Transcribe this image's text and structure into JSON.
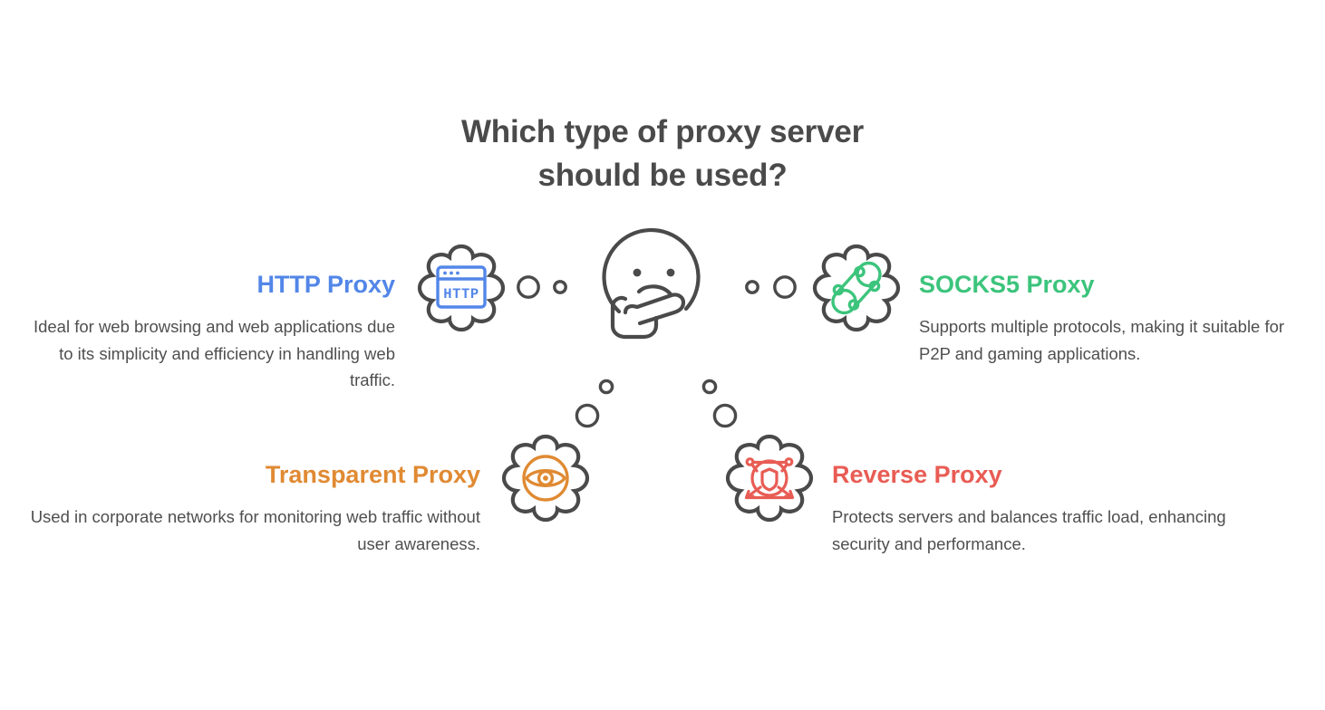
{
  "page": {
    "background": "#ffffff",
    "title_lines": [
      "Which type of proxy server",
      "should be used?"
    ],
    "title_color": "#4a4a4a"
  },
  "center": {
    "icon": "thinking-face-icon",
    "description": "Outlined thinking face with hand resting on chin"
  },
  "colors": {
    "blue": "#5286e8",
    "green": "#3cc47c",
    "orange": "#e08a33",
    "red": "#e85c54",
    "outline": "#4a4a4a",
    "body_text": "#4f4f4f"
  },
  "quadrants": [
    {
      "id": "http",
      "heading": "HTTP Proxy",
      "color": "#5286e8",
      "icon": "browser-window-http-icon",
      "description": "Ideal for web browsing and web applications due to its simplicity and efficiency in handling web traffic.",
      "align": "right",
      "position": "top-left"
    },
    {
      "id": "socks5",
      "heading": "SOCKS5 Proxy",
      "color": "#3cc47c",
      "icon": "network-nodes-icon",
      "description": "Supports multiple protocols, making it suitable for P2P and gaming applications.",
      "align": "left",
      "position": "top-right"
    },
    {
      "id": "transparent",
      "heading": "Transparent Proxy",
      "color": "#e08a33",
      "icon": "eye-in-circle-icon",
      "description": "Used in corporate networks for monitoring web traffic without user awareness.",
      "align": "right",
      "position": "bottom-left"
    },
    {
      "id": "reverse",
      "heading": "Reverse Proxy",
      "color": "#e85c54",
      "icon": "shield-with-arrows-icon",
      "description": "Protects servers and balances traffic load, enhancing security and performance.",
      "align": "left",
      "position": "bottom-right"
    }
  ],
  "icon_labels": {
    "http_browser_text": "HTTP"
  }
}
